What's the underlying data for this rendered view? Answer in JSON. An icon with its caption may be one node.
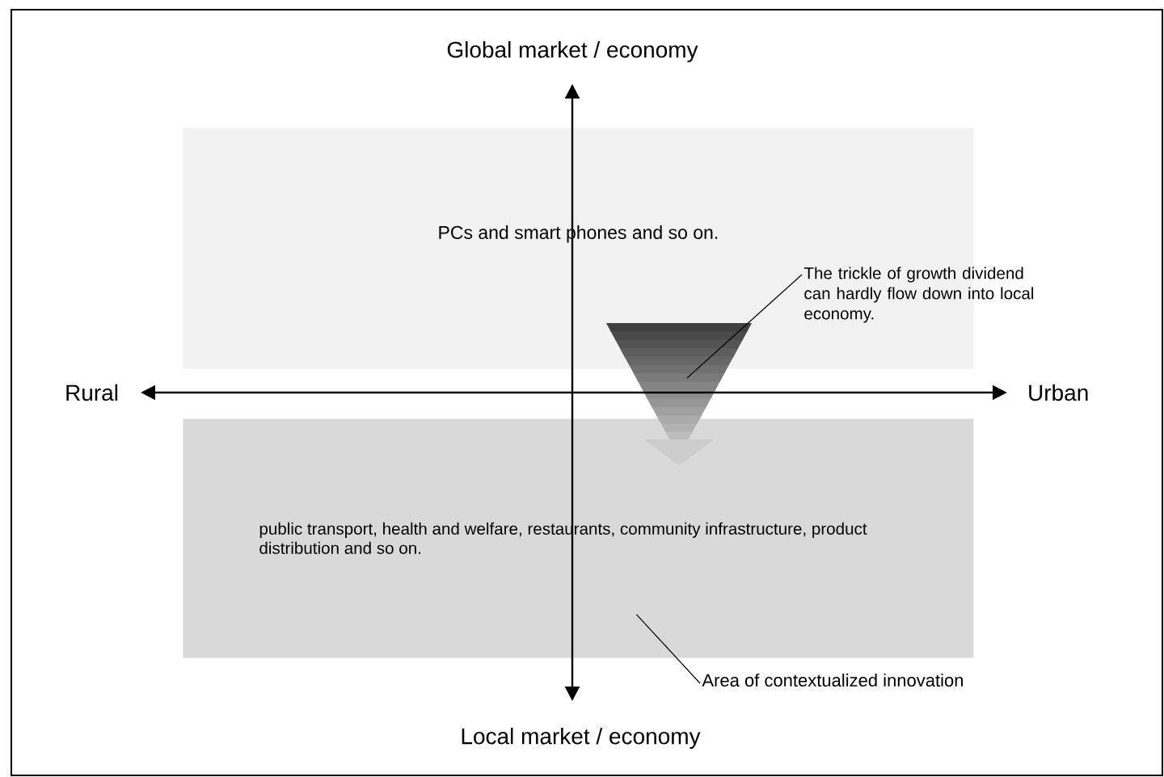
{
  "diagram": {
    "nodes": [
      {
        "text": [
          "PCs and smart phones and so on."
        ]
      },
      {
        "text": [
          "public transport, health and welfare, restaurants, community infrastructure, product distribution and so on."
        ]
      },
      {
        "text": [],
        "shape": "triangle"
      },
      {
        "text": [
          "The trickle of growth dividend can hardly flow down into local economy."
        ]
      },
      {
        "text": [
          "Area of contextualized innovation"
        ]
      }
    ],
    "edges": [
      {
        "from": 3,
        "to": 2,
        "arrow": "none"
      },
      {
        "from": 4,
        "to": 1,
        "arrow": "none"
      }
    ],
    "labels": [
      "Global market / economy",
      "Rural",
      "Urban",
      "Local market / economy"
    ]
  }
}
